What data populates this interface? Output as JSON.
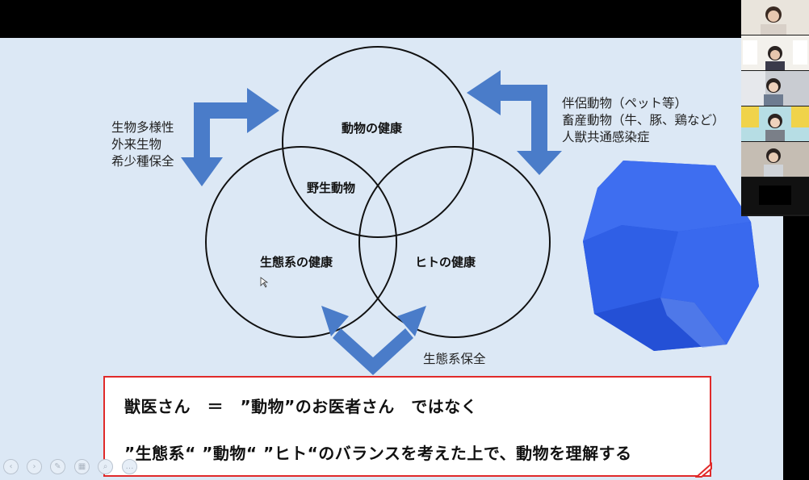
{
  "diagram": {
    "circle_top": "動物の健康",
    "circle_left": "生態系の健康",
    "circle_right": "ヒトの健康",
    "center_overlap": "野生動物"
  },
  "left_notes": [
    "生物多様性",
    "外来生物",
    "希少種保全"
  ],
  "right_notes": [
    "伴侶動物（ペット等）",
    "畜産動物（牛、豚、鶏など）",
    "人獣共通感染症"
  ],
  "bottom_note": "生態系保全",
  "message": {
    "line1": "獣医さん　＝　”動物”のお医者さん　ではなく",
    "line2": "”生態系“ ”動物“ ”ヒト“のバランスを考えた上で、動物を理解する"
  },
  "colors": {
    "slide_bg": "#dce8f5",
    "arrow_blue": "#4a7cc9",
    "dodecahedron_blue": "#2f5fe6",
    "box_border": "#e02a2a"
  },
  "toolbar_icons": [
    "prev-icon",
    "next-icon",
    "pen-icon",
    "slides-icon",
    "zoom-icon",
    "more-icon"
  ],
  "participants_count": 5
}
